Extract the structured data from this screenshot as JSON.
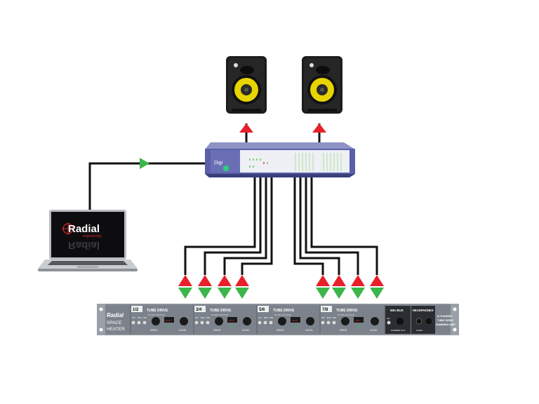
{
  "laptop": {
    "logo_text": "Radial",
    "logo_sub": "engineering",
    "logo_reflection": "Radial"
  },
  "interface": {
    "brand_text": "Digi"
  },
  "space_heater": {
    "brand_line1": "Radial",
    "brand_line2": "SPACE",
    "brand_line3": "HEATER",
    "channels": [
      {
        "id": "1/2",
        "title": "TUBE DRIVE",
        "sub": "PLATE VOLTAGE",
        "drive": "DRIVE",
        "level": "LEVEL",
        "heat": "HEAT"
      },
      {
        "id": "3/4",
        "title": "TUBE DRIVE",
        "sub": "PLATE VOLTAGE",
        "drive": "DRIVE",
        "level": "LEVEL",
        "heat": "HEAT"
      },
      {
        "id": "5/6",
        "title": "TUBE DRIVE",
        "sub": "PLATE VOLTAGE",
        "drive": "DRIVE",
        "level": "LEVEL",
        "heat": "HEAT"
      },
      {
        "id": "7/8",
        "title": "TUBE DRIVE",
        "sub": "PLATE VOLTAGE",
        "drive": "DRIVE",
        "level": "LEVEL",
        "heat": "HEAT"
      }
    ],
    "switch_labels": [
      "ON",
      "BUS",
      "INS"
    ],
    "mix_bus": {
      "title": "MIX BUS",
      "sub": "SUMMED OUT",
      "knob_label": "ON"
    },
    "headphones": {
      "title": "HEADPHONES",
      "level": "LEVEL"
    },
    "description": [
      "8-CHANNEL",
      "TUBE DRIVE",
      "SUMMING AMP"
    ]
  },
  "colors": {
    "arrow_red": "#e8202a",
    "arrow_green": "#3cb54a",
    "wire": "#111111",
    "rack_panel": "#7f858d",
    "interface_blue": "#5a5fa8",
    "speaker_body": "#1c1c1c",
    "woofer": "#e8d400"
  }
}
